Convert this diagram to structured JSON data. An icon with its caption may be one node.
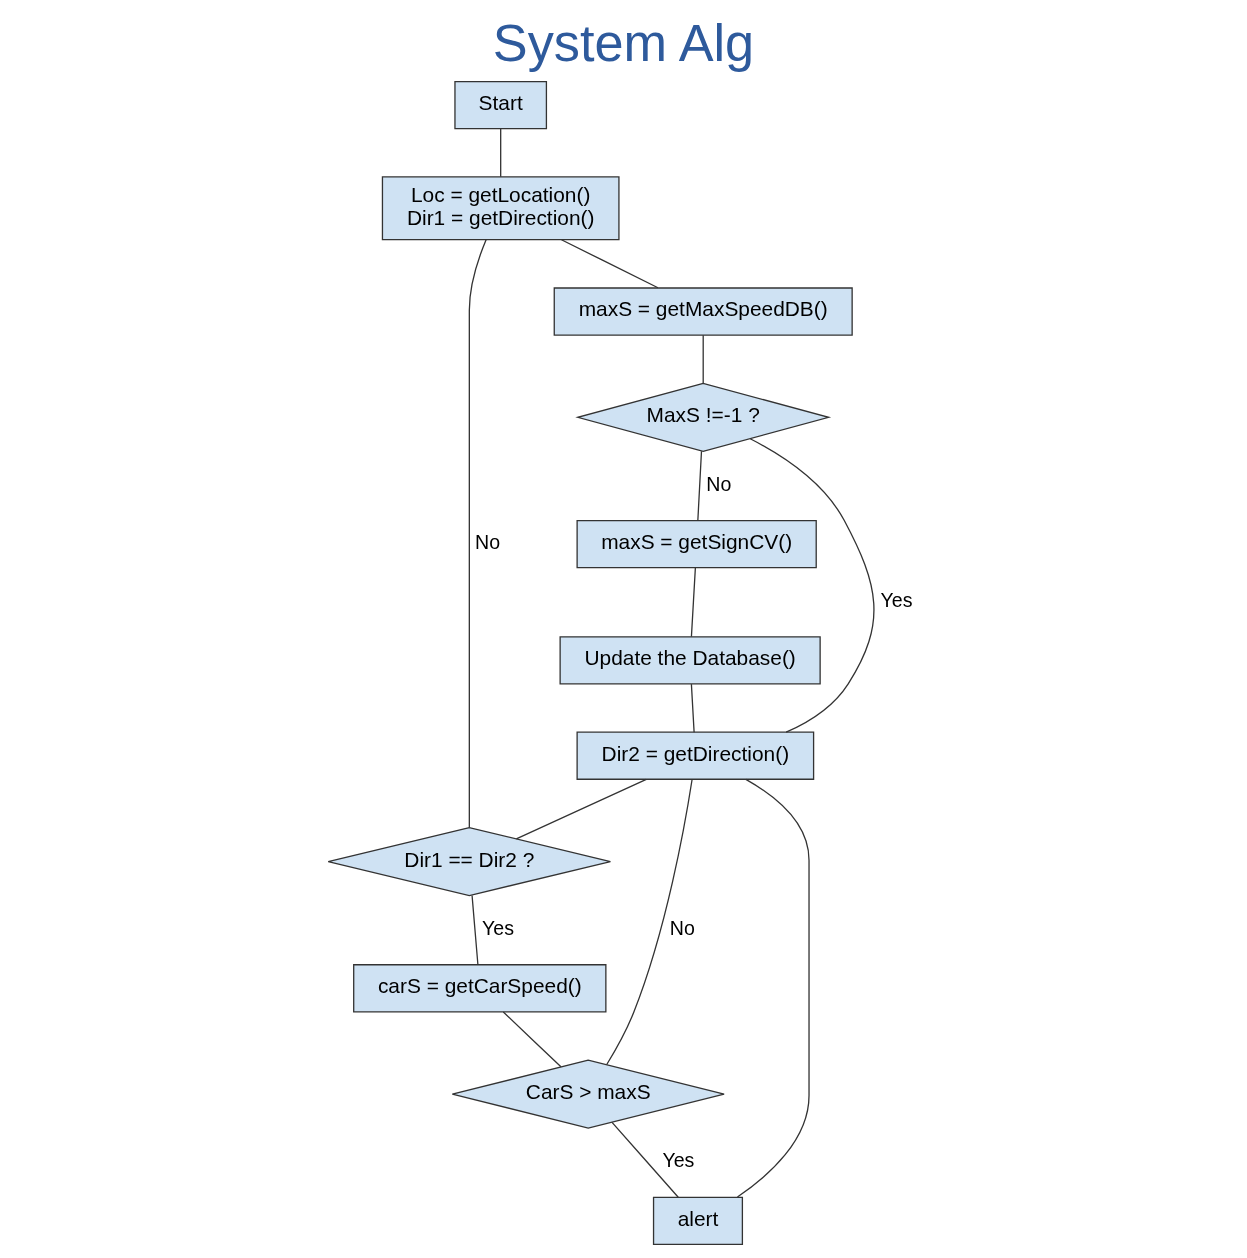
{
  "diagram": {
    "title": "System Alg",
    "nodes": [
      {
        "text": [
          "Start"
        ]
      },
      {
        "text": [
          "Loc = getLocation()",
          "Dir1 = getDirection()"
        ]
      },
      {
        "text": [
          "maxS = getMaxSpeedDB()"
        ]
      },
      {
        "text": [
          "Update the Database()"
        ]
      },
      {
        "text": [
          "MaxS !=-1 ?"
        ]
      },
      {
        "text": [
          "maxS = getSignCV()"
        ]
      },
      {
        "text": [
          "Dir2 = getDirection()"
        ]
      },
      {
        "text": [
          "CarS > maxS"
        ]
      },
      {
        "text": [
          "alert"
        ]
      },
      {
        "text": [
          "Dir1 == Dir2 ?"
        ]
      },
      {
        "text": [
          "carS = getCarSpeed()"
        ]
      }
    ],
    "edges": [
      {
        "from": 0,
        "to": 1,
        "arrow": "none"
      },
      {
        "from": 1,
        "to": 2,
        "arrow": "none"
      },
      {
        "from": 2,
        "to": 4,
        "arrow": "none"
      },
      {
        "from": 4,
        "to": 5,
        "arrow": "none",
        "label": "No"
      },
      {
        "from": 5,
        "to": 3,
        "arrow": "none"
      },
      {
        "from": 4,
        "to": 6,
        "arrow": "none",
        "label": "Yes"
      },
      {
        "from": 3,
        "to": 6,
        "arrow": "none"
      },
      {
        "from": 6,
        "to": 9,
        "arrow": "none"
      },
      {
        "from": 9,
        "to": 1,
        "arrow": "none",
        "label": "No"
      },
      {
        "from": 9,
        "to": 10,
        "arrow": "none",
        "label": "Yes"
      },
      {
        "from": 10,
        "to": 7,
        "arrow": "none"
      },
      {
        "from": 7,
        "to": 6,
        "arrow": "none",
        "label": "No"
      },
      {
        "from": 7,
        "to": 8,
        "arrow": "none",
        "label": "Yes"
      },
      {
        "from": 8,
        "to": 6,
        "arrow": "none"
      }
    ]
  }
}
